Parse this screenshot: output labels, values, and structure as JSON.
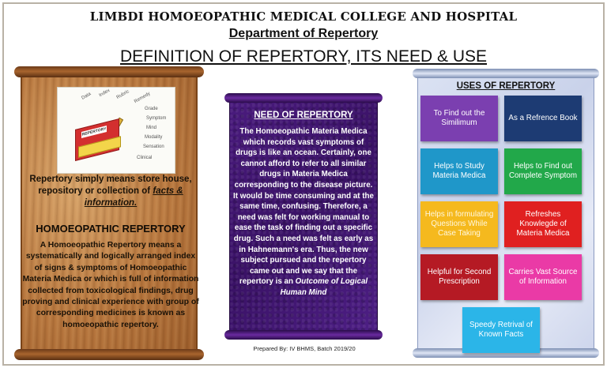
{
  "header": {
    "college": "LIMBDI HOMOEOPATHIC MEDICAL COLLEGE AND HOSPITAL",
    "department": "Department of Repertory",
    "topic": "DEFINITION OF REPERTORY, ITS NEED & USE"
  },
  "left_panel": {
    "book_label": "REPERTORY",
    "definition_prefix": "Repertory simply means store house, repository or collection of ",
    "definition_emphasis": "facts & information.",
    "section_title": "HOMOEOPATHIC REPERTORY",
    "section_text": "A Homoeopathic Repertory means a systematically and logically arranged index of signs & symptoms of Homoeopathic Materia Medica or which is full of information collected from toxicological findings, drug proving and clinical experience with group of corresponding medicines is known as homoeopathic repertory."
  },
  "middle_panel": {
    "title": "NEED OF REPERTORY",
    "text": "The Homoeopathic Materia Medica which records vast symptoms of drugs is like an ocean. Certainly, one cannot afford to refer to all similar drugs in Materia Medica corresponding to the disease picture. It would be time consuming and at the same time, confusing. Therefore, a need was felt for working manual to ease the task of finding out a specific drug. Such a need was felt as early as in Hahnemann's era. Thus, the new subject pursued and the repertory came out and we say that the repertory is an ",
    "text_emphasis": "Outcome of Logical Human Mind"
  },
  "credit": "Prepared By: IV BHMS, Batch 2019/20",
  "right_panel": {
    "title": "USES OF REPERTORY",
    "uses": [
      {
        "label": "To Find out the Similimum",
        "color": "#7b3fb0"
      },
      {
        "label": "As a Refrence Book",
        "color": "#1d3b73"
      },
      {
        "label": "Helps to Study Materia Medica",
        "color": "#1f97c9"
      },
      {
        "label": "Helps to Find out Complete Symptom",
        "color": "#22a84a"
      },
      {
        "label": "Helps in formulating Questions While Case Taking",
        "color": "#f5b91e"
      },
      {
        "label": "Refreshes Knowlegde of Materia Medica",
        "color": "#e02020"
      },
      {
        "label": "Helpful for Second Prescription",
        "color": "#b51a24"
      },
      {
        "label": "Carries Vast Source of Information",
        "color": "#ea3aa6"
      },
      {
        "label": "Speedy Retrival of Known Facts",
        "color": "#2bb5e8"
      }
    ]
  }
}
